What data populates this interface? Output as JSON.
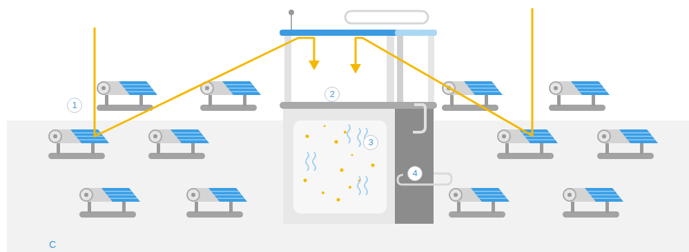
{
  "diagram": {
    "labels": [
      "1",
      "2",
      "3",
      "4",
      "C"
    ]
  }
}
